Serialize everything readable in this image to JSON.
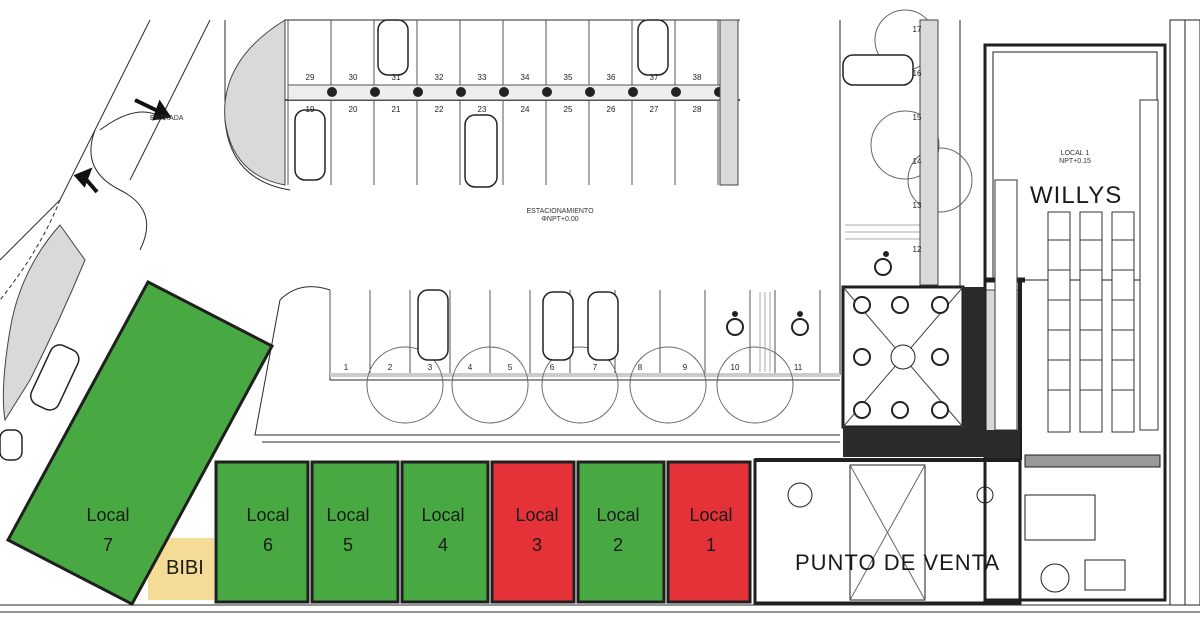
{
  "colors": {
    "available": "#48a942",
    "sold": "#e53238",
    "bibi": "#f5dc96",
    "line": "#2a2a2a",
    "dark": "#1f1f1f"
  },
  "units": [
    {
      "word": "Local",
      "num": "7",
      "status": "available"
    },
    {
      "word": "Local",
      "num": "6",
      "status": "available"
    },
    {
      "word": "Local",
      "num": "5",
      "status": "available"
    },
    {
      "word": "Local",
      "num": "4",
      "status": "available"
    },
    {
      "word": "Local",
      "num": "3",
      "status": "sold"
    },
    {
      "word": "Local",
      "num": "2",
      "status": "available"
    },
    {
      "word": "Local",
      "num": "1",
      "status": "sold"
    }
  ],
  "labels": {
    "willys": "WILLYS",
    "punto_de_venta": "PUNTO DE VENTA",
    "bibi": "BIBI",
    "entrada": "ENTRADA",
    "estacionamiento": "ESTACIONAMIENTO",
    "estac_level": "ΦNPT+0.00",
    "local1_title": "LOCAL 1",
    "local1_level": "NPT+0.15"
  },
  "stalls": {
    "top_row": [
      "29",
      "30",
      "31",
      "32",
      "33",
      "34",
      "35",
      "36",
      "37",
      "38"
    ],
    "second_row": [
      "19",
      "20",
      "21",
      "22",
      "23",
      "24",
      "25",
      "26",
      "27",
      "28"
    ],
    "bottom_row": [
      "1",
      "2",
      "3",
      "4",
      "5",
      "6",
      "7",
      "8",
      "9",
      "10",
      "11"
    ],
    "right_column": [
      "17",
      "16",
      "15",
      "14",
      "13",
      "12"
    ]
  }
}
